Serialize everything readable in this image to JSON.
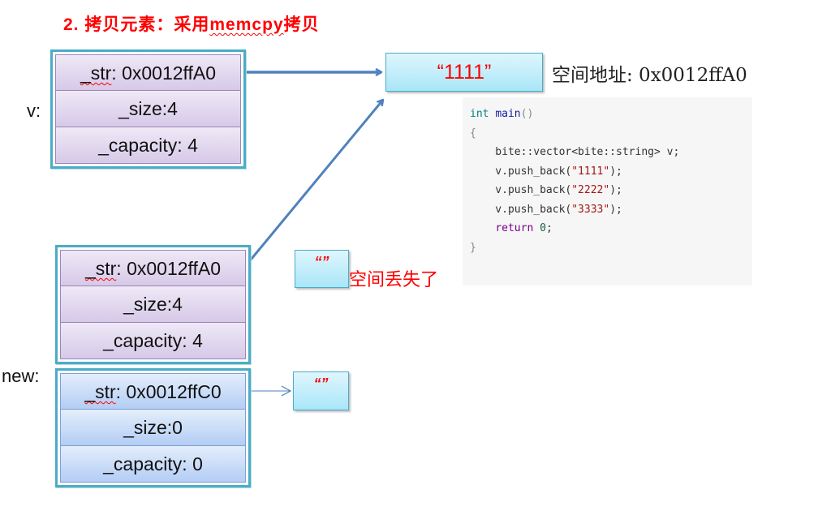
{
  "title": {
    "prefix": "2. 拷贝元素：采用",
    "underlined": "memcpy",
    "suffix": "拷贝"
  },
  "vector_v": {
    "label": "v:",
    "fields": [
      {
        "prefix": "_str",
        "rest": ": 0x0012ffA0"
      },
      {
        "text": "_size:4"
      },
      {
        "text": "_capacity: 4"
      }
    ]
  },
  "copied_struct": {
    "fields": [
      {
        "prefix": "_str",
        "rest": ": 0x0012ffA0"
      },
      {
        "text": "_size:4"
      },
      {
        "text": "_capacity: 4"
      }
    ]
  },
  "vector_new": {
    "label": "new:",
    "fields": [
      {
        "prefix": "_str",
        "rest": ": 0x0012ffC0"
      },
      {
        "text": "_size:0"
      },
      {
        "text": "_capacity: 0"
      }
    ]
  },
  "string_1111": {
    "text": "“1111”"
  },
  "address_label": "空间地址: 0x0012ffA0",
  "lost_string": {
    "text": "“”"
  },
  "lost_label": "空间丢失了",
  "new_string": {
    "text": "“”"
  },
  "code": {
    "lines": [
      [
        {
          "t": "int",
          "c": "kw-type"
        },
        {
          "t": " "
        },
        {
          "t": "main",
          "c": "fn"
        },
        {
          "t": "()",
          "c": "punc"
        }
      ],
      [
        {
          "t": "{",
          "c": "punc"
        }
      ],
      [
        {
          "t": "    bite::vector<bite::string> v;"
        }
      ],
      [
        {
          "t": "    v.push_back("
        },
        {
          "t": "\"1111\"",
          "c": "strlit"
        },
        {
          "t": ");"
        }
      ],
      [
        {
          "t": "    v.push_back("
        },
        {
          "t": "\"2222\"",
          "c": "strlit"
        },
        {
          "t": ");"
        }
      ],
      [
        {
          "t": "    v.push_back("
        },
        {
          "t": "\"3333\"",
          "c": "strlit"
        },
        {
          "t": ");"
        }
      ],
      [
        {
          "t": "    "
        },
        {
          "t": "return",
          "c": "kw-ret"
        },
        {
          "t": " "
        },
        {
          "t": "0",
          "c": "num"
        },
        {
          "t": ";"
        }
      ],
      [
        {
          "t": "}",
          "c": "punc"
        }
      ]
    ]
  },
  "colors": {
    "title": "#ff0000",
    "struct_border": "#4bacc6",
    "arrow": "#4f81bd",
    "string_text": "#ff0000"
  }
}
